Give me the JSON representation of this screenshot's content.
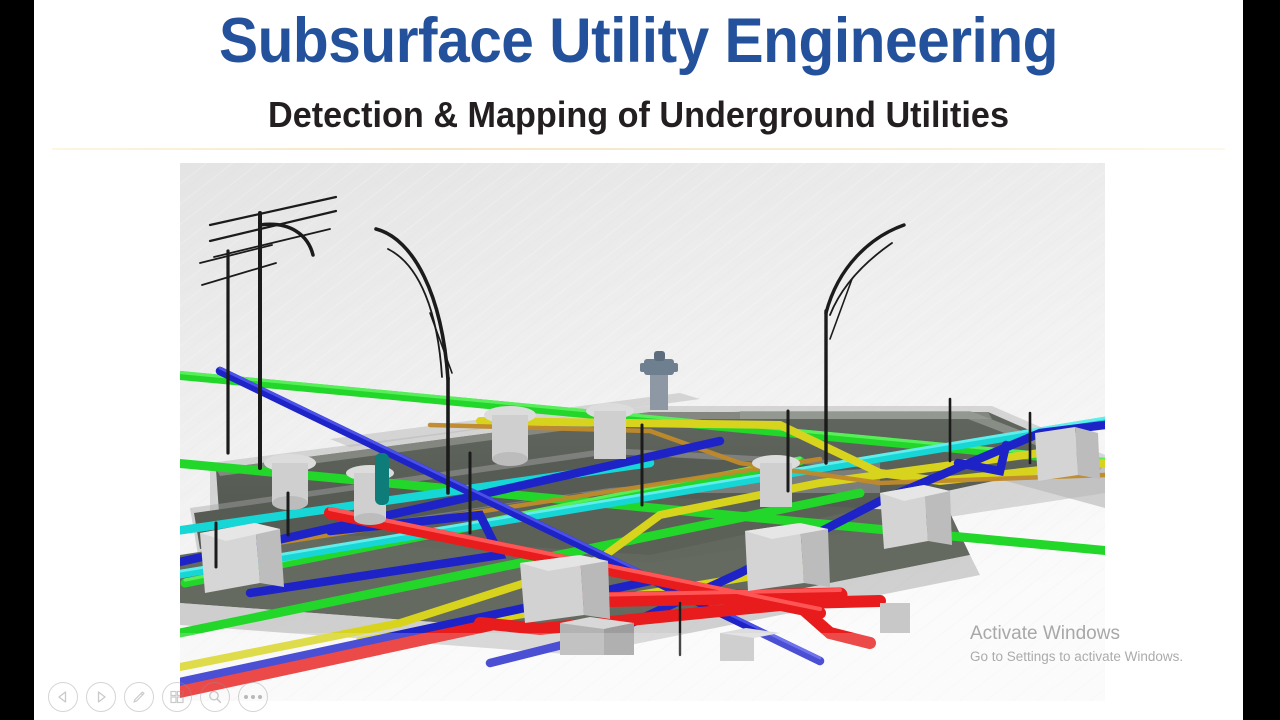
{
  "slide": {
    "title": "Subsurface Utility Engineering",
    "subtitle": "Detection & Mapping of Underground Utilities",
    "title_color": "#23519B",
    "subtitle_color": "#231F20",
    "background_color": "#FFFFFF",
    "letterbox_color": "#000000"
  },
  "illustration": {
    "alt": "3D isometric rendering of a road intersection with underground utility lines, manholes, valve vaults, a fire hydrant, street light poles and overhead power lines",
    "background_color": "#EFEFEF",
    "road_color": "#5A5F58",
    "curb_color": "#B8B8B8",
    "utility_colors": {
      "green_sewer": "#22D62A",
      "blue_water": "#1E23C8",
      "cyan_storm": "#17D6D6",
      "yellow_gas": "#D8D41E",
      "red_electric": "#E81C1C",
      "orange_telecom": "#C08A2A",
      "teal_marker": "#0E7C78",
      "hydrant": "#6E7F90",
      "pole": "#1B1B1B"
    }
  },
  "watermark": {
    "title": "Activate Windows",
    "subtitle": "Go to Settings to activate Windows."
  },
  "toolbar": {
    "items": [
      {
        "name": "previous-slide-button",
        "icon": "triangle-left-icon",
        "label": "Previous"
      },
      {
        "name": "next-slide-button",
        "icon": "triangle-right-icon",
        "label": "Next"
      },
      {
        "name": "pen-tool-button",
        "icon": "pen-icon",
        "label": "Pen"
      },
      {
        "name": "slide-grid-button",
        "icon": "grid-icon",
        "label": "See all slides"
      },
      {
        "name": "zoom-button",
        "icon": "magnifier-icon",
        "label": "Zoom in"
      },
      {
        "name": "more-options-button",
        "icon": "ellipsis-icon",
        "label": "More slide show options"
      }
    ]
  }
}
